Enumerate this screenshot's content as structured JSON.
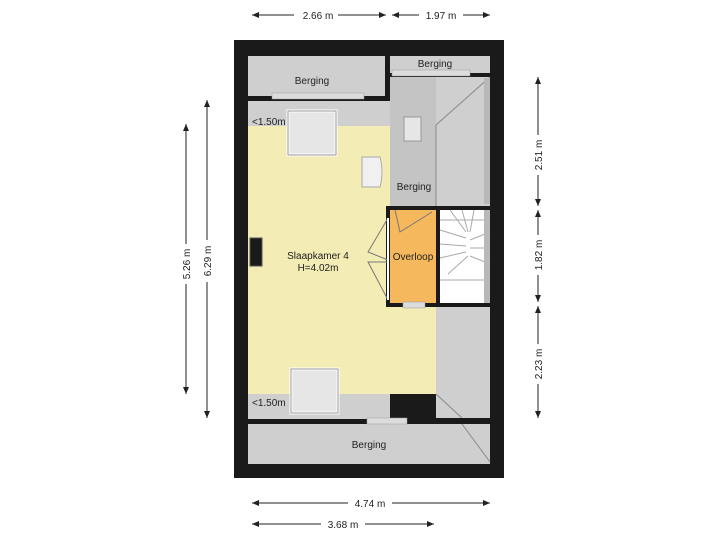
{
  "dimensions": {
    "top_left": "2.66 m",
    "top_right": "1.97 m",
    "left_outer": "5.26 m",
    "left_inner": "6.29 m",
    "right_top": "2.51 m",
    "right_middle": "1.82 m",
    "right_bottom": "2.23 m",
    "bottom_outer": "4.74 m",
    "bottom_inner": "3.68 m"
  },
  "rooms": {
    "berging_top_left": "Berging",
    "berging_top_right": "Berging",
    "berging_right": "Berging",
    "berging_bottom": "Berging",
    "bedroom_name": "Slaapkamer 4",
    "bedroom_height": "H=4.02m",
    "landing": "Overloop",
    "low_ceiling_top": "<1.50m",
    "low_ceiling_bottom": "<1.50m"
  },
  "colors": {
    "wall": "#1a1a1a",
    "storage": "#cfcfcf",
    "bedroom": "#f3ecb5",
    "landing": "#f5b85c",
    "stairs": "#ffffff"
  }
}
